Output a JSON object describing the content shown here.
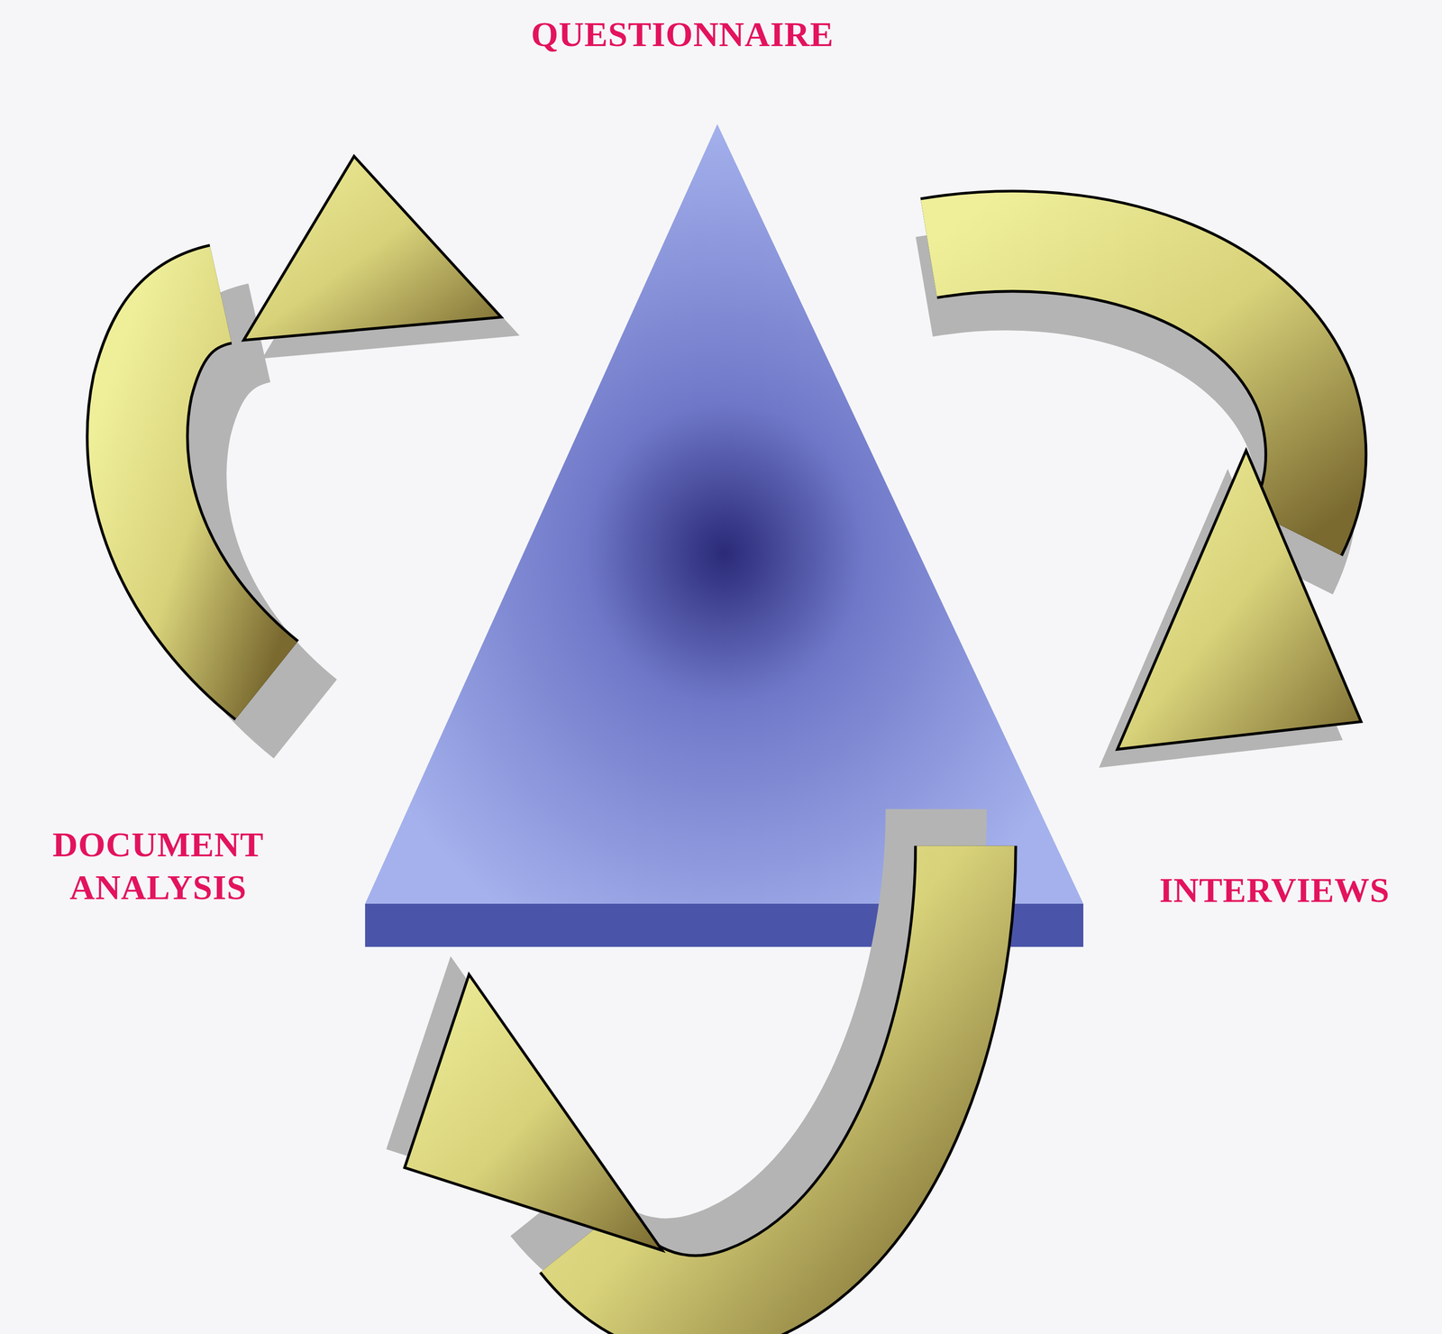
{
  "diagram": {
    "labels": [
      "QUESTIONNAIRE",
      "DOCUMENT ANALYSIS",
      "INTERVIEWS"
    ]
  }
}
